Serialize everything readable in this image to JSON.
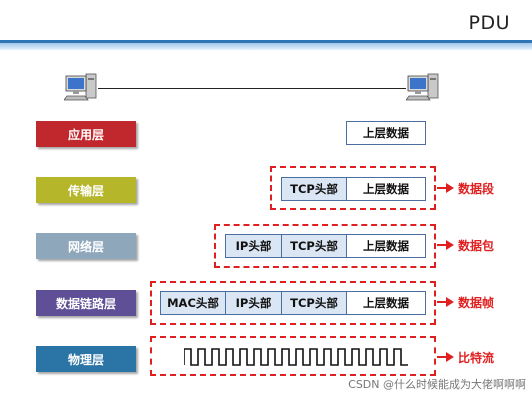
{
  "title": "PDU",
  "layers": [
    {
      "name": "应用层",
      "color": "#c0282d"
    },
    {
      "name": "传输层",
      "color": "#b5b62a"
    },
    {
      "name": "网络层",
      "color": "#8fa7bb"
    },
    {
      "name": "数据链路层",
      "color": "#5f4f96"
    },
    {
      "name": "物理层",
      "color": "#2b74a6"
    }
  ],
  "app_row": {
    "data": "上层数据"
  },
  "transport_row": {
    "tcp": "TCP头部",
    "data": "上层数据",
    "pdu": "数据段"
  },
  "network_row": {
    "ip": "IP头部",
    "tcp": "TCP头部",
    "data": "上层数据",
    "pdu": "数据包"
  },
  "link_row": {
    "mac": "MAC头部",
    "ip": "IP头部",
    "tcp": "TCP头部",
    "data": "上层数据",
    "pdu": "数据帧"
  },
  "physical_row": {
    "pdu": "比特流"
  },
  "footer": "CSDN @什么时候能成为大佬啊啊啊"
}
